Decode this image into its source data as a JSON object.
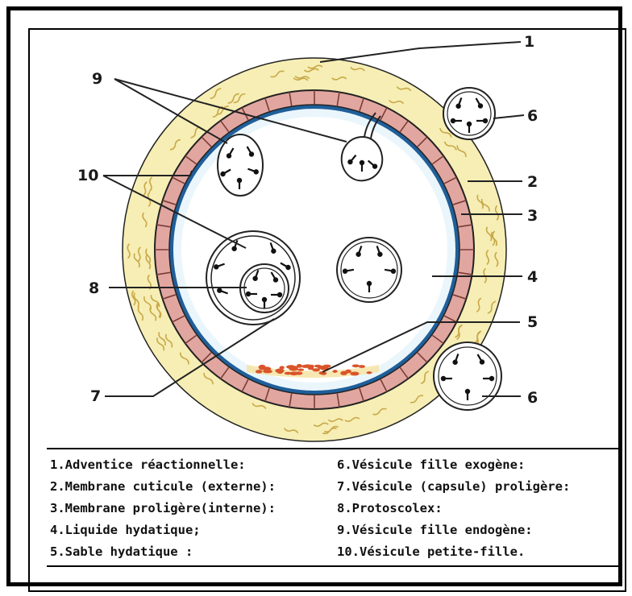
{
  "callouts": {
    "n1": "1",
    "n2": "2",
    "n3": "3",
    "n4": "4",
    "n5": "5",
    "n6a": "6",
    "n6b": "6",
    "n7": "7",
    "n8": "8",
    "n9": "9",
    "n10": "10"
  },
  "legend": {
    "left": [
      "1.Adventice réactionnelle:",
      "2.Membrane cuticule (externe):",
      "3.Membrane proligère(interne):",
      "4.Liquide hydatique;",
      "5.Sable hydatique :"
    ],
    "right": [
      "6.Vésicule fille exogène:",
      "7.Vésicule (capsule) proligère:",
      "8.Protoscolex:",
      "9.Vésicule fille endogène:",
      "10.Vésicule petite-fille."
    ]
  },
  "colors": {
    "adventice": "#f6eeb4",
    "adventice_squiggle": "#c9a94a",
    "cuticle": "#e2a6a0",
    "cuticle_lines": "#7a3c35",
    "germinal_layer": "#1f5f9a",
    "fluid": "#eaf6fb",
    "sand": "#d9552a",
    "protoscolex": "#111111"
  }
}
